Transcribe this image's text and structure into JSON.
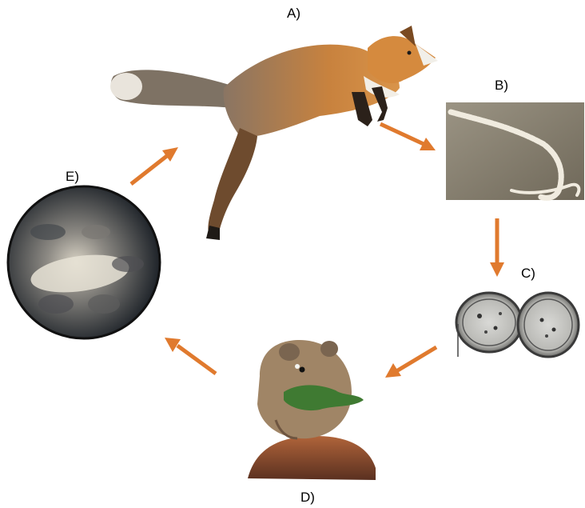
{
  "labels": {
    "a": "A)",
    "b": "B)",
    "c": "C)",
    "d": "D)",
    "e": "E)"
  },
  "stages": [
    {
      "id": "A",
      "subject": "fox-leaping"
    },
    {
      "id": "B",
      "subject": "tapeworm-strobila"
    },
    {
      "id": "C",
      "subject": "eggs-microscopy"
    },
    {
      "id": "D",
      "subject": "pika-eating-leaves"
    },
    {
      "id": "E",
      "subject": "larvae-microscope-view"
    }
  ],
  "colors": {
    "arrow": "#e07a2e",
    "fox": "#c87a3a",
    "tapeworm_bg": "#8a8273",
    "egg_outline": "#3a3a3a",
    "pika": "#a08566",
    "rock": "#8a4a2a",
    "scope_bg": "#1e2329"
  }
}
